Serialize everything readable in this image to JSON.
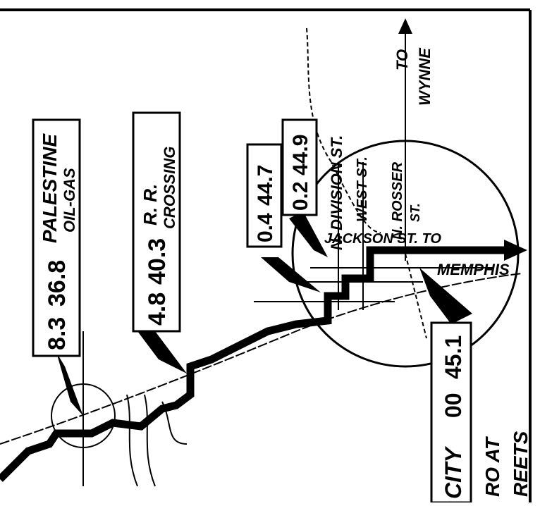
{
  "map": {
    "stops": [
      {
        "dist": "8.3",
        "mile": "36.8",
        "name": "PALESTINE",
        "sub": "OIL-GAS"
      },
      {
        "dist": "4.8",
        "mile": "40.3",
        "name": "R. R.",
        "sub": "CROSSING"
      },
      {
        "dist": "0.4",
        "mile": "44.7"
      },
      {
        "dist": "0.2",
        "mile": "44.9"
      },
      {
        "dist": "00",
        "mile": "45.1",
        "name": "CITY",
        "sub": "RO AT",
        "sub2": "REETS"
      }
    ],
    "streets": {
      "n_division": "N. DIVISION ST.",
      "west": "WEST ST.",
      "n_rosser": "N. ROSSER",
      "n_rosser_st": "ST.",
      "jackson": "JACKSON ST. TO",
      "memphis": "MEMPHIS",
      "to": "TO",
      "wynne": "WYNNE"
    }
  }
}
